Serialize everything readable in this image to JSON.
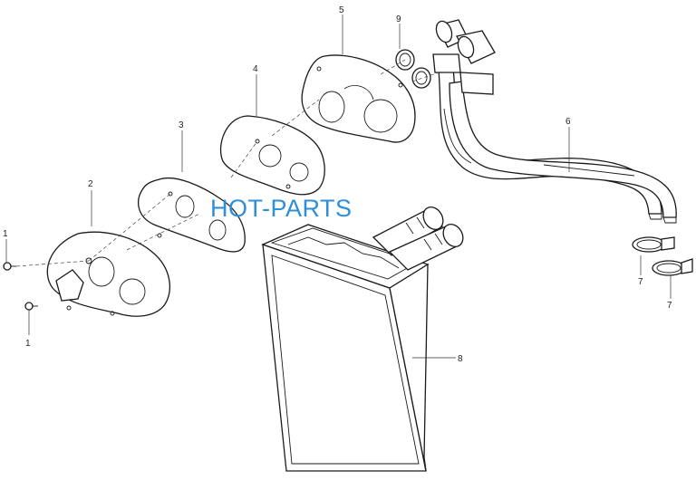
{
  "watermark": "HOT-PARTS",
  "callouts": {
    "c1a": "1",
    "c1b": "1",
    "c2": "2",
    "c3": "3",
    "c4": "4",
    "c5": "5",
    "c6": "6",
    "c7a": "7",
    "c7b": "7",
    "c8": "8",
    "c9": "9"
  },
  "colors": {
    "line": "#1a1a1a",
    "watermark": "#2e8fd8",
    "background": "#ffffff"
  }
}
